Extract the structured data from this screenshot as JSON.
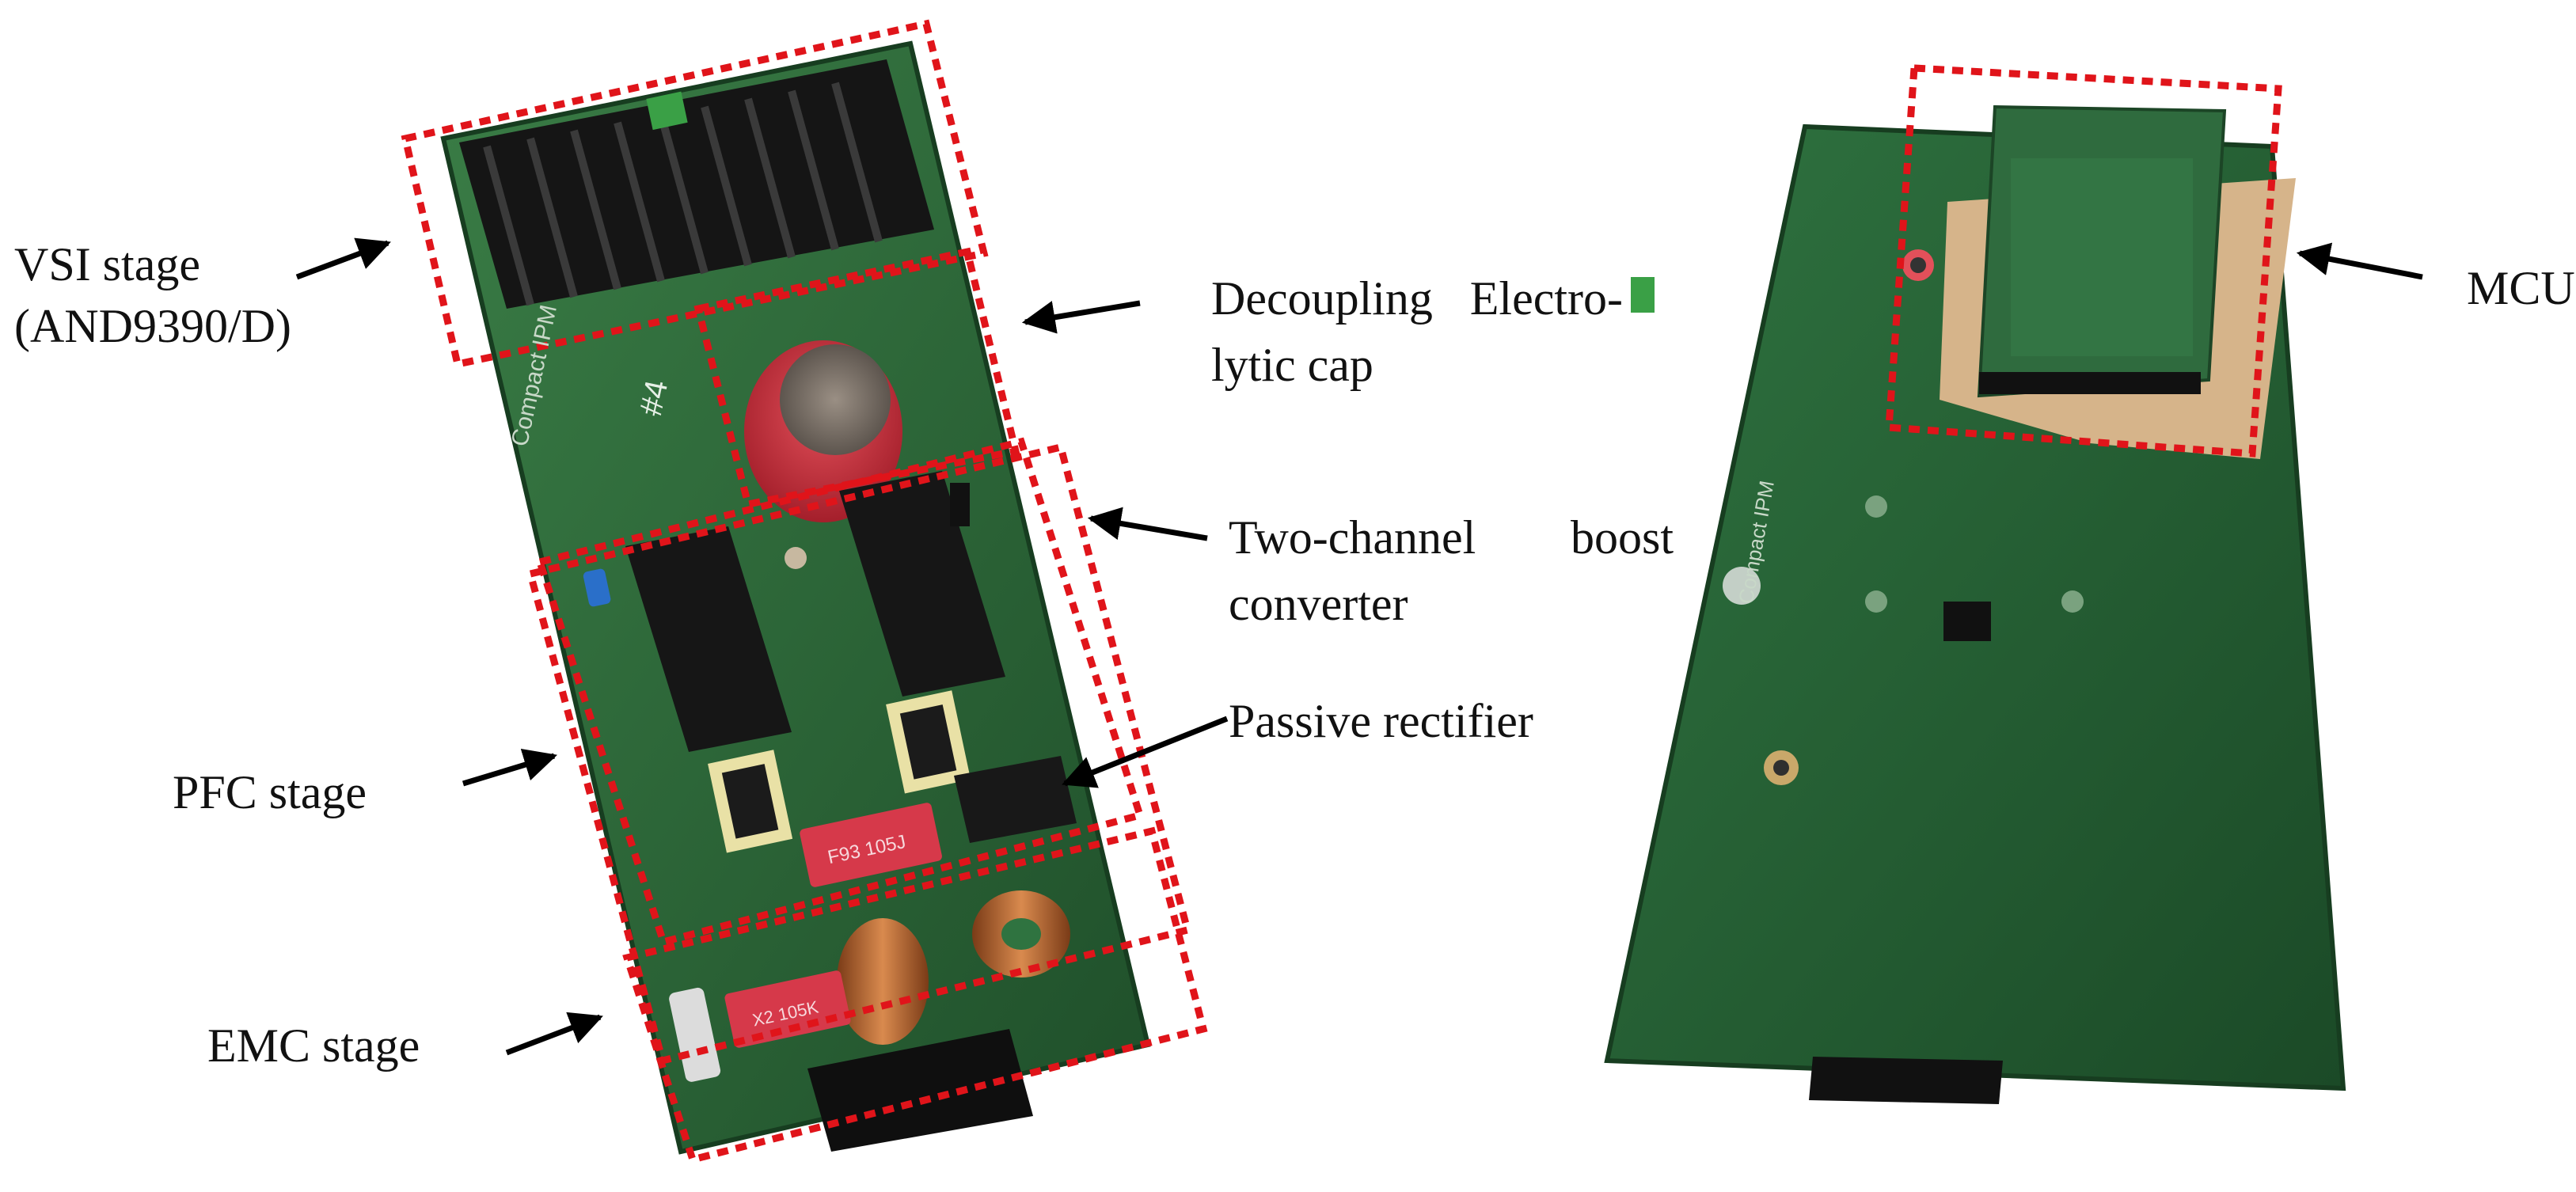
{
  "labels": {
    "vsi_line1": "VSI stage",
    "vsi_line2": "(AND9390/D)",
    "decoupling_line1": "Decoupling   Electro-",
    "decoupling_line2": "lytic cap",
    "two_channel_line1": "Two-channel   boost",
    "two_channel_line2": "converter",
    "passive_rectifier": "Passive rectifier",
    "pfc_stage": "PFC stage",
    "emc_stage": "EMC stage",
    "mcu": "MCU"
  },
  "board_markings": {
    "silkscreen": "Compact IPM",
    "board_number": "#4",
    "cap_marking": "F93 105J",
    "x_cap_marking": "X2 105K"
  },
  "colors": {
    "pcb_green": "#2e6b3a",
    "pcb_dark": "#1f4f2a",
    "box_red": "#e0141a",
    "arrow": "#000000",
    "heatsink": "#1a1a1a",
    "capacitor_red": "#d2343f",
    "film_cap_red": "#d6394a",
    "inductor_copper": "#b4683a",
    "mcu_board": "#2f6b3e",
    "adapter_tan": "#d6b48a"
  }
}
